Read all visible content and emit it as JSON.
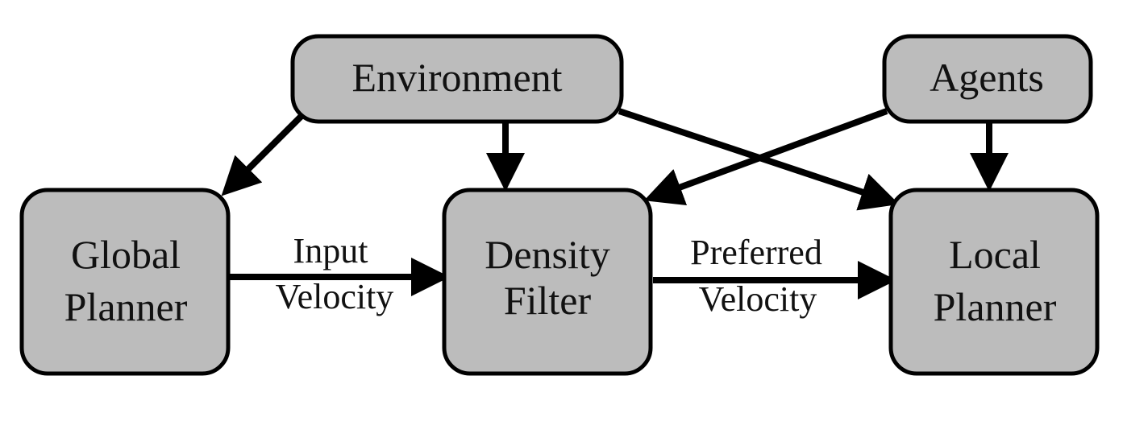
{
  "nodes": {
    "environment": {
      "label": "Environment"
    },
    "agents": {
      "label": "Agents"
    },
    "global_planner": {
      "line1": "Global",
      "line2": "Planner"
    },
    "density_filter": {
      "line1": "Density",
      "line2": "Filter"
    },
    "local_planner": {
      "line1": "Local",
      "line2": "Planner"
    }
  },
  "edges": {
    "input_velocity": {
      "line1": "Input",
      "line2": "Velocity"
    },
    "preferred_velocity": {
      "line1": "Preferred",
      "line2": "Velocity"
    }
  },
  "colors": {
    "box_fill": "#bcbcbc",
    "stroke": "#000000",
    "background": "#ffffff"
  }
}
